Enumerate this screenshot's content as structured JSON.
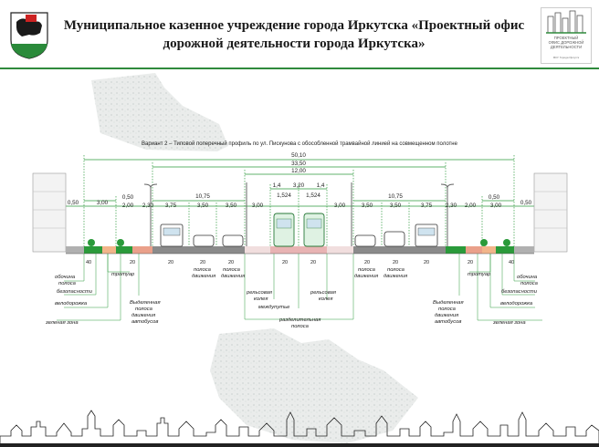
{
  "header": {
    "title_line1": "Муниципальное казенное учреждение города Иркутска «Проектный офис",
    "title_line2": "дорожной деятельности города Иркутска»",
    "logo_line1": "ПРОЕКТНЫЙ",
    "logo_line2": "ОФИС ДОРОЖНОЙ",
    "logo_line3": "ДЕЯТЕЛЬНОСТИ",
    "logo_line4": "МКУ Города Иркутск"
  },
  "diagram": {
    "caption": "Вариант 2 – Типовой поперечный профиль по ул. Пискунова с обособленной трамвайной линией на совмещенном полотне",
    "dims": {
      "total": "50,10",
      "carriage": "33,50",
      "center": "12,00",
      "tram_inner": "3,20",
      "tram_l": "1,4",
      "tram_r": "1,4",
      "rail_l": "1,524",
      "rail_r": "1,524",
      "left_a": "0,50",
      "left_b": "3,00",
      "left_c": "0,50",
      "left_d": "2,00",
      "left_e": "2,30",
      "left_f": "3,75",
      "left_g": "10,75",
      "left_h": "3,50",
      "left_i": "3,50",
      "left_j": "3,00",
      "right_j": "3,00",
      "right_i": "3,50",
      "right_h": "3,50",
      "right_g": "10,75",
      "right_f": "3,75",
      "right_e": "2,30",
      "right_d": "2,00",
      "right_c": "0,50",
      "right_b": "3,00",
      "right_a": "0,50"
    },
    "slope": "20",
    "slope_edge_l": "40",
    "slope_edge_r": "40",
    "labels_left": {
      "shoulder1": "обочина",
      "shoulder2": "полоса",
      "safety": "безопасности",
      "bike": "велодорожка",
      "green": "зеленая зона",
      "sidewalk": "тротуар",
      "bus1": "Выделенная",
      "bus2": "полоса",
      "bus3": "движения",
      "bus4": "автобусов",
      "lane1a": "полоса",
      "lane1b": "движения",
      "lane2a": "полоса",
      "lane2b": "движения"
    },
    "labels_center": {
      "rail_l1": "рельсовая",
      "rail_l2": "колея",
      "rail_r1": "рельсовая",
      "rail_r2": "колея",
      "between": "междупутье",
      "div1": "разделительная",
      "div2": "полоса"
    },
    "labels_right": {
      "shoulder1": "обочина",
      "shoulder2": "полоса",
      "safety": "безопасности",
      "bike": "велодорожка",
      "green": "зеленая зона",
      "sidewalk": "тротуар",
      "bus1": "Выделенная",
      "bus2": "полоса",
      "bus3": "движения",
      "bus4": "автобусов",
      "lane1a": "полоса",
      "lane1b": "движения",
      "lane2a": "полоса",
      "lane2b": "движения"
    }
  },
  "colors": {
    "accent_green": "#2f8a3c",
    "road": "#8a8a8a",
    "tram_red": "#d9433a",
    "dim_green": "#2e9a3e"
  }
}
